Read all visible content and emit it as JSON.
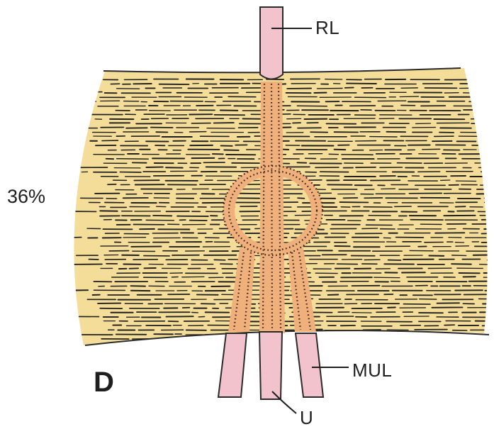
{
  "figure": {
    "panel_letter": "D",
    "percentage": "36%",
    "labels": {
      "rl": "RL",
      "mul": "MUL",
      "u": "U"
    }
  },
  "colors": {
    "tissue": "#f4dd98",
    "fibers": "#1f1f1f",
    "orange_graft": "#f0b07c",
    "pink_tube": "#f3c3cd",
    "outline": "#2a2a2a"
  }
}
